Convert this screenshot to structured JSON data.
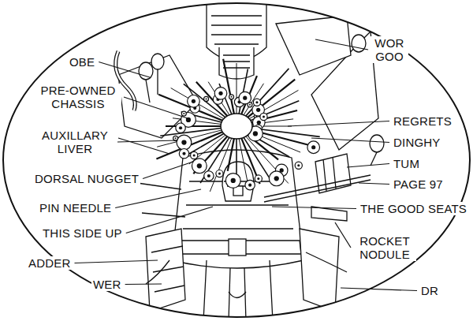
{
  "diagram": {
    "labels": [
      "OBE",
      "PRE-OWNED CHASSIS",
      "AUXILLARY LIVER",
      "DORSAL NUGGET",
      "PIN NEEDLE",
      "THIS SIDE UP",
      "ADDER",
      "WER",
      "WOR GOO",
      "REGRETS",
      "DINGHY",
      "TUM",
      "PAGE 97",
      "THE GOOD SEATS",
      "ROCKET NODULE",
      "DR"
    ]
  }
}
